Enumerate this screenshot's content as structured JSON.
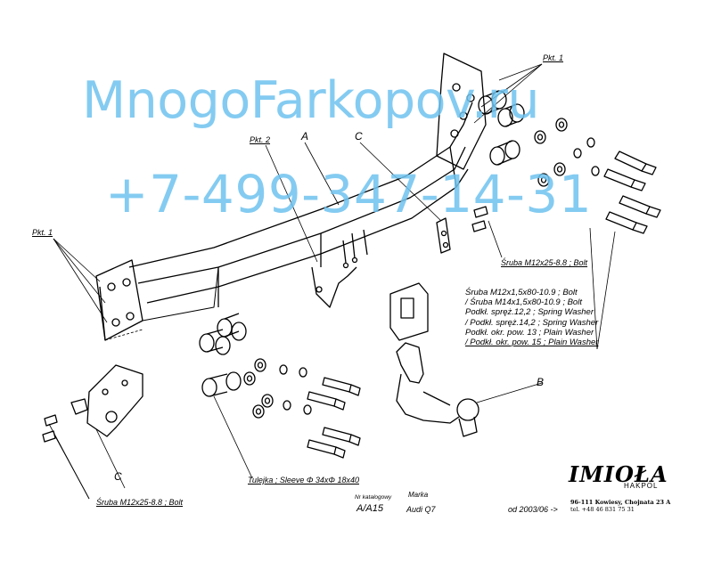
{
  "watermark": {
    "line1": "MnogoFarkopov.ru",
    "line2": "+7-499-347-14-31"
  },
  "labels": {
    "pkt1_right": "Pkt. 1",
    "pkt1_left": "Pkt. 1",
    "pkt2": "Pkt. 2",
    "part_a": "A",
    "part_b": "B",
    "part_c_top": "C",
    "part_c_bottom": "C",
    "bolt_right": "Śruba M12x25-8.8 ;  Bolt",
    "bolt_left": "Śruba M12x25-8.8 ;  Bolt",
    "sleeve": "Tulejka ; Sleeve  Φ 34xΦ 18x40"
  },
  "spec_lines": [
    "Śruba M12x1,5x80-10.9 ;  Bolt",
    "/ Śruba M14x1,5x80-10.9 ;  Bolt",
    "Podkł. spręż.12,2 ; Spring Washer",
    "/ Podkł. spręż.14,2 ; Spring Washer",
    "Podkł. okr. pow. 13 ; Plain Washer",
    "/ Podkł. okr. pow. 15 ; Plain Washer"
  ],
  "footer": {
    "catalog_label": "Nr katalogowy",
    "catalog_value": "A/A15",
    "brand_label": "Marka",
    "brand_value": "Audi Q7",
    "date": "od 2003/06 ->",
    "logo": "IMIOŁA",
    "logo_sub": "HAKPOL",
    "address": "96-111 Kowiesy, Chojnata 23 A",
    "phone": "tel. +48 46 831 75 31"
  }
}
